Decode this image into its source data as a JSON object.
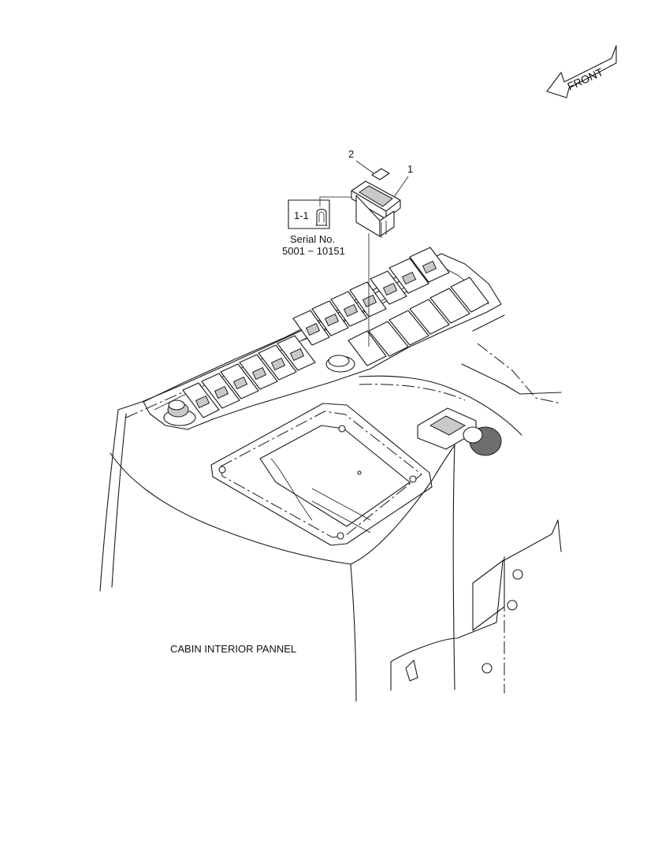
{
  "drawing": {
    "front_arrow_label": "FRONT",
    "callouts": [
      {
        "id": "callout-1",
        "label": "1"
      },
      {
        "id": "callout-2",
        "label": "2"
      }
    ],
    "detail_box": {
      "label": "1-1",
      "icon": "bulb-icon"
    },
    "serial_note": {
      "line1": "Serial No.",
      "line2": "5001 ~ 10151"
    },
    "caption": "CABIN INTERIOR PANNEL"
  }
}
